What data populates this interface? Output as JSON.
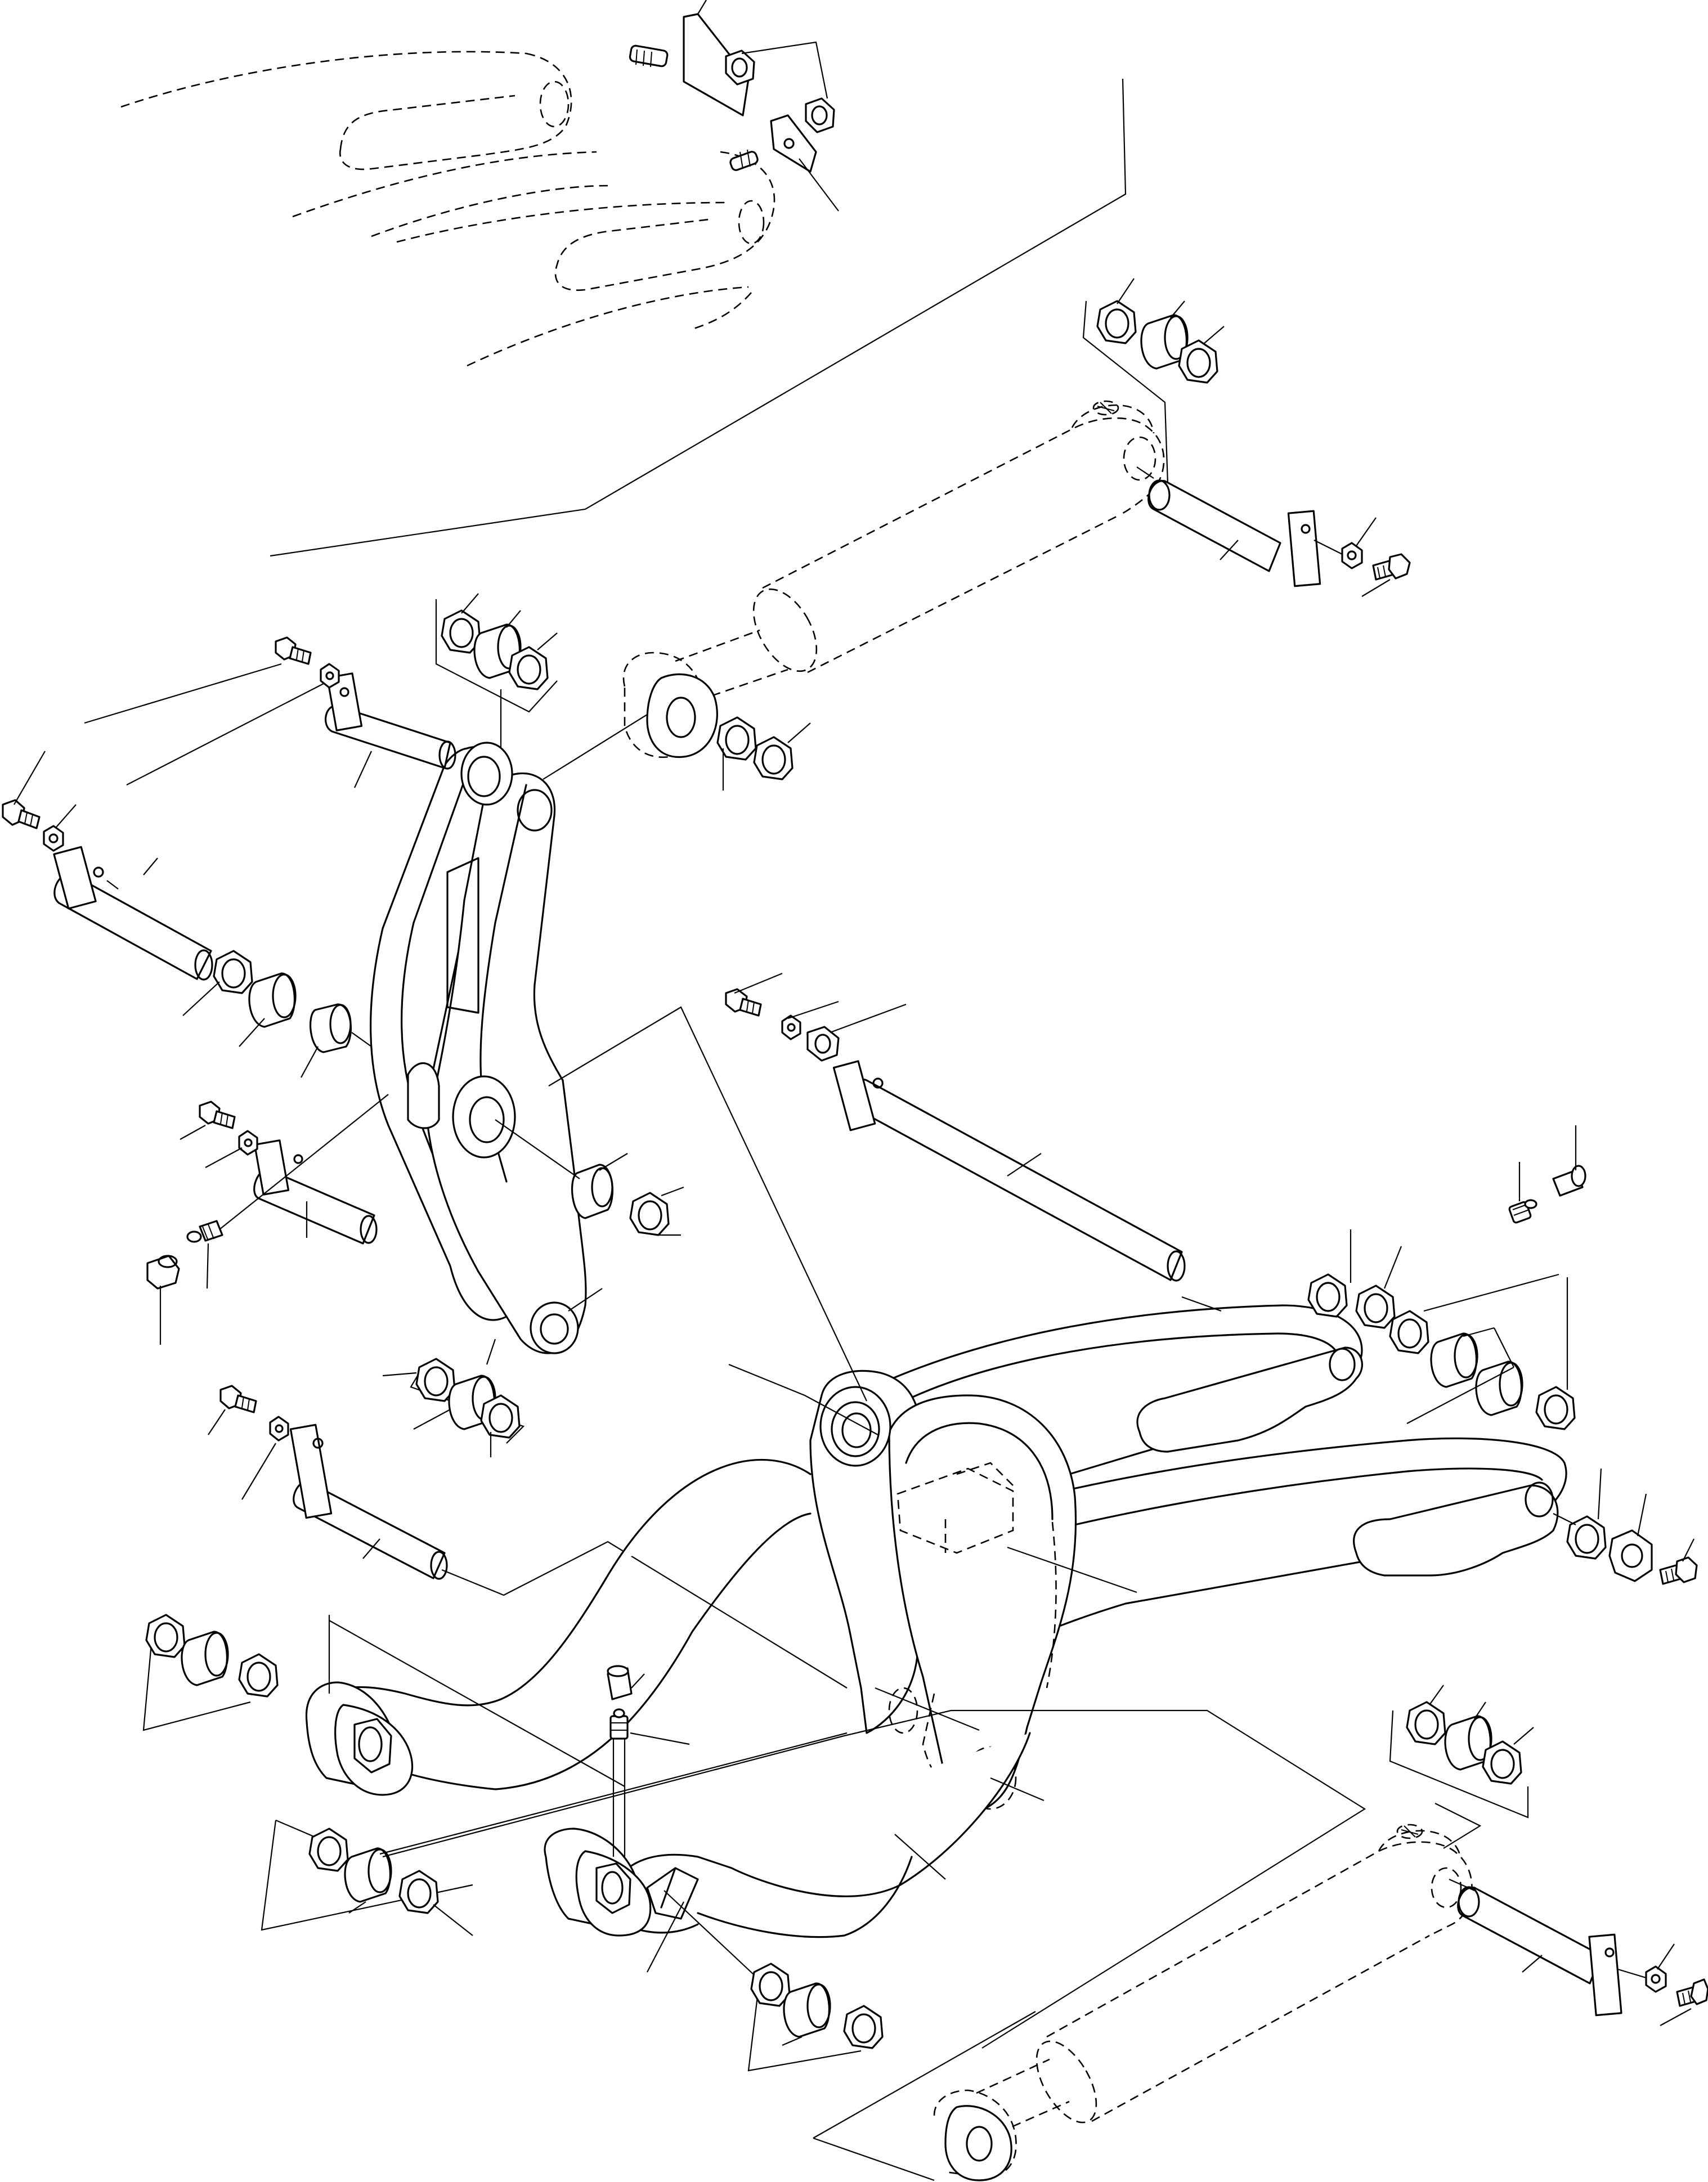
{
  "diagram": {
    "type": "exploded-parts-view",
    "style": {
      "line_color": "#000000",
      "background": "#ffffff"
    },
    "assemblies": [
      {
        "id": "bucket-link-area",
        "icon": "dashed-bucket-outline"
      },
      {
        "id": "upper-cylinder",
        "icon": "hydraulic-cylinder"
      },
      {
        "id": "bellcrank-lever",
        "icon": "bellcrank"
      },
      {
        "id": "lift-arm",
        "icon": "lift-arm"
      },
      {
        "id": "lower-cylinder",
        "icon": "hydraulic-cylinder"
      }
    ]
  }
}
